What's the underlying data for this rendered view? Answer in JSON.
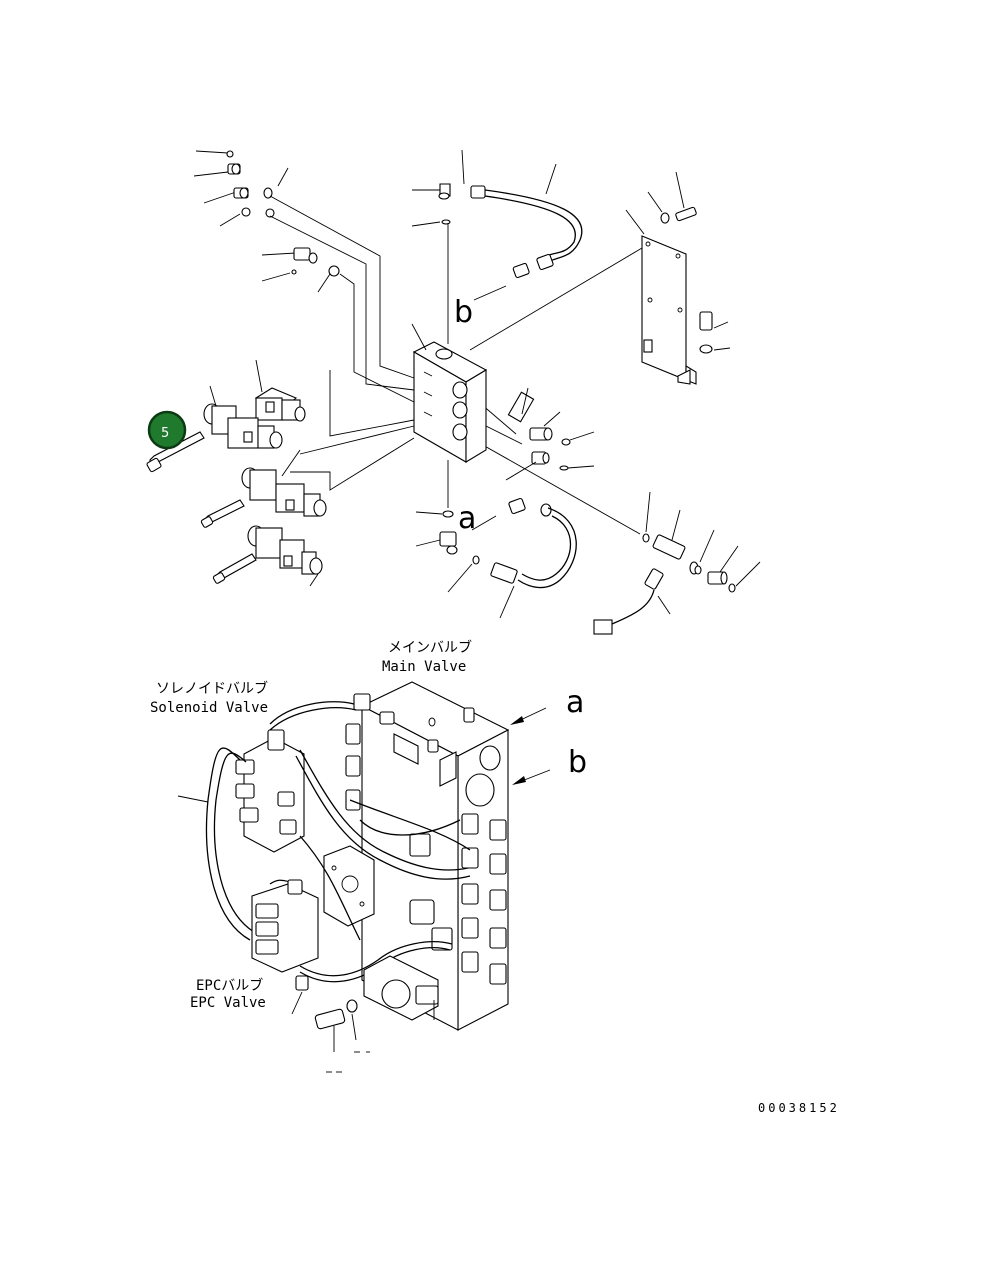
{
  "callout": {
    "number": "5",
    "color": "#1f7a2e"
  },
  "labels": {
    "main_valve_jp": "メインバルブ",
    "main_valve_en": "Main Valve",
    "solenoid_valve_jp": "ソレノイドバルブ",
    "solenoid_valve_en": "Solenoid Valve",
    "epc_valve_jp": "EPCバルブ",
    "epc_valve_en": "EPC Valve"
  },
  "letters": {
    "a1": "a",
    "b1": "b",
    "a2": "a",
    "b2": "b"
  },
  "drawing_number": "00038152"
}
